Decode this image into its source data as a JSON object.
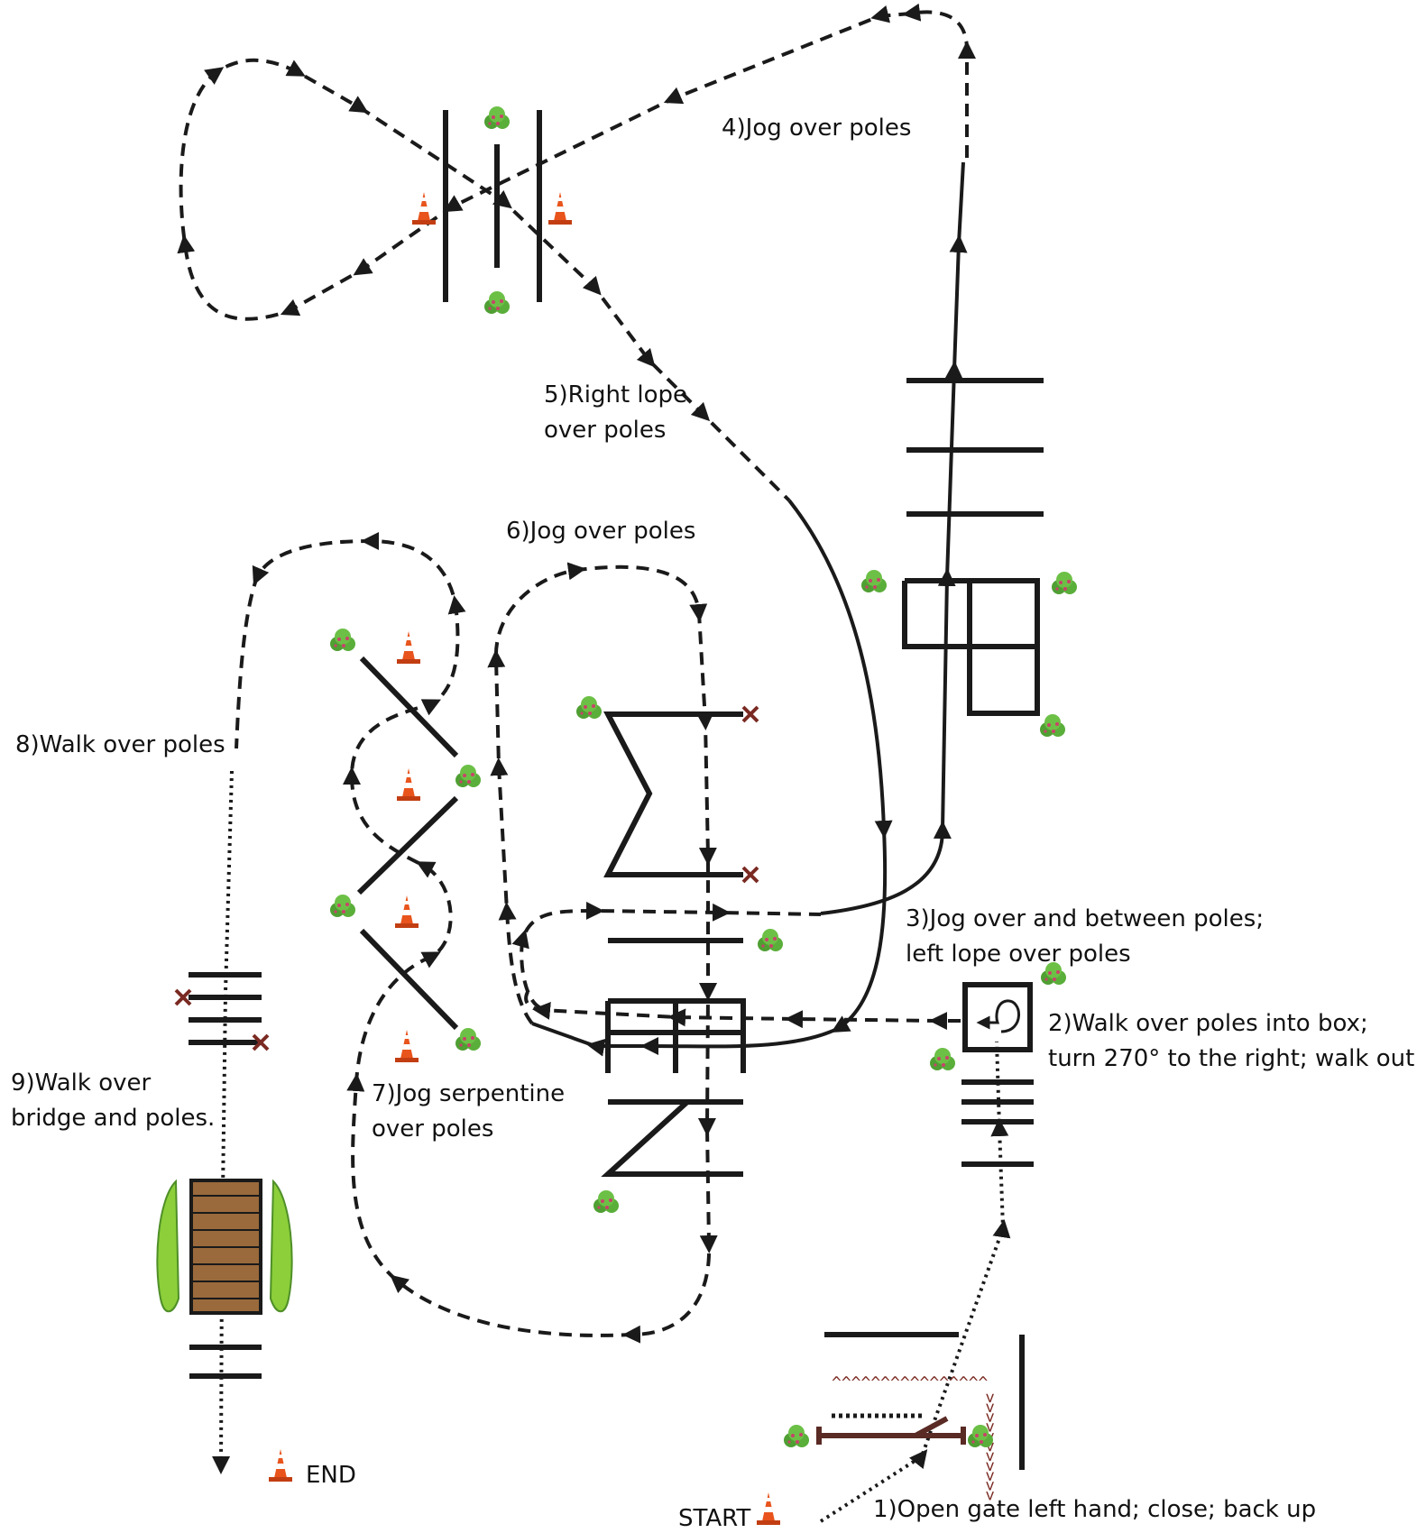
{
  "labels": {
    "step1": "1)Open gate left hand; close; back up",
    "step2_line1": "2)Walk over poles into box;",
    "step2_line2": "turn 270° to the right; walk out",
    "step3_line1": "3)Jog over and between poles;",
    "step3_line2": "left lope over poles",
    "step4": "4)Jog over poles",
    "step5_line1": "5)Right lope",
    "step5_line2": "over poles",
    "step6": "6)Jog over poles",
    "step7_line1": "7)Jog serpentine",
    "step7_line2": "over poles",
    "step8": "8)Walk over poles",
    "step9_line1": "9)Walk over",
    "step9_line2": "bridge and poles.",
    "start": "START",
    "end": "END"
  },
  "icons": {
    "cone": "traffic-cone-icon",
    "shrub": "shrub-icon",
    "marker": "x-marker-icon"
  },
  "colors": {
    "line": "#1a1a1a",
    "cone": "#e8541c",
    "shrub": "#5aae3a",
    "gate": "#5a2a24",
    "bridge": "#9a6a3c",
    "hedge": "#8ccf3a",
    "marker": "#7a2a22"
  }
}
